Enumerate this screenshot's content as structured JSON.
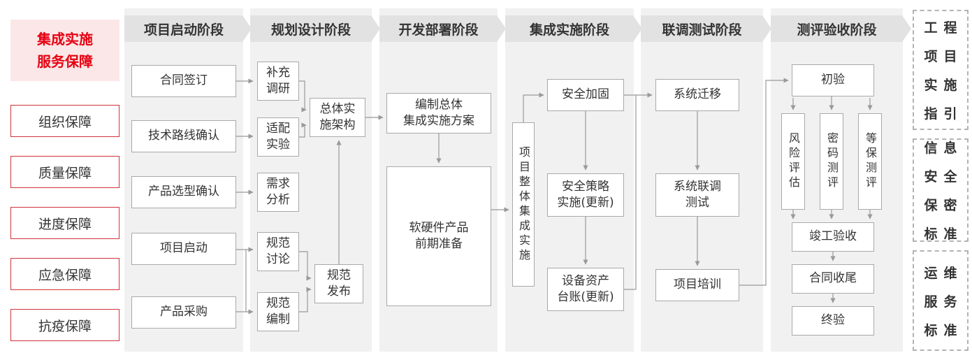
{
  "colors": {
    "accent_red": "#cf3339",
    "title_red": "#e60012",
    "band_gray": "#f1f1f1",
    "banner_gray": "#e2e2e2",
    "line_gray": "#999999"
  },
  "left_panel": {
    "title": "集成实施\n服务保障",
    "items": [
      "组织保障",
      "质量保障",
      "进度保障",
      "应急保障",
      "抗疫保障"
    ]
  },
  "phases": [
    "项目启动阶段",
    "规划设计阶段",
    "开发部署阶段",
    "集成实施阶段",
    "联调测试阶段",
    "测评验收阶段"
  ],
  "project_start": {
    "boxes": [
      "合同签订",
      "技术路线确认",
      "产品选型确认",
      "项目启动",
      "产品采购"
    ]
  },
  "planning_design": {
    "boxes": [
      "补充\n调研",
      "适配\n实验",
      "需求\n分析",
      "规范\n讨论",
      "规范\n编制"
    ],
    "architecture": "总体实\n施架构",
    "release": "规范\n发布"
  },
  "dev_deploy": {
    "plan": "编制总体\n集成实施方案",
    "prepare": "软硬件产品\n前期准备"
  },
  "integration": {
    "vertical": "项目整体集成实施",
    "harden": "安全加固",
    "policy": "安全策略\n实施(更新)",
    "ledger": "设备资产\n台账(更新)"
  },
  "joint_test": {
    "migrate": "系统迁移",
    "joint": "系统联调\n测试",
    "training": "项目培训"
  },
  "acceptance": {
    "initial": "初验",
    "evaluations": [
      "风险评估",
      "密码测评",
      "等保测评"
    ],
    "completion": "竣工验收",
    "closing": "合同收尾",
    "final": "终验"
  },
  "right_panel": {
    "boxes": [
      {
        "rows": [
          "工程",
          "项目",
          "实施",
          "指引"
        ]
      },
      {
        "rows": [
          "信息",
          "安全",
          "保密",
          "标准"
        ]
      },
      {
        "rows": [
          "运维",
          "服务",
          "标准"
        ]
      }
    ]
  }
}
